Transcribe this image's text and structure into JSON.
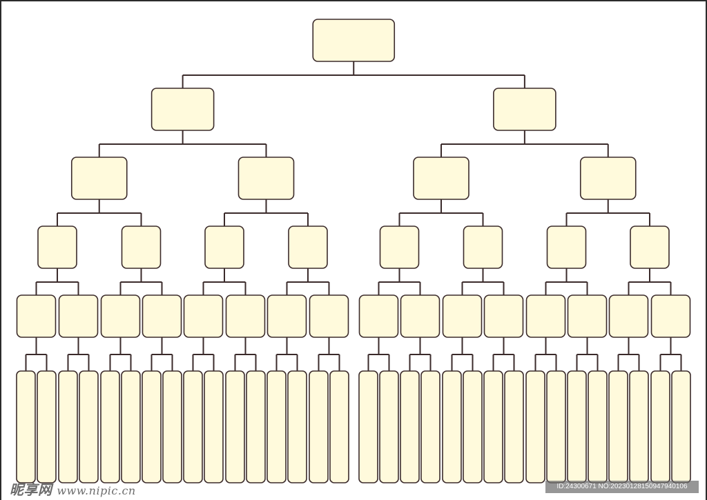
{
  "diagram": {
    "type": "org-chart-template",
    "levels": 6,
    "node_counts": [
      1,
      2,
      4,
      8,
      16,
      32
    ],
    "colors": {
      "node_fill": "#fffadc",
      "node_stroke": "#3a2a2a",
      "connector": "#3a2a2a"
    }
  },
  "watermark": {
    "site_cn": "昵享网",
    "site_url": "www.nipic.cn",
    "id_text": "ID:24300671 NO:20230128150947940106"
  }
}
